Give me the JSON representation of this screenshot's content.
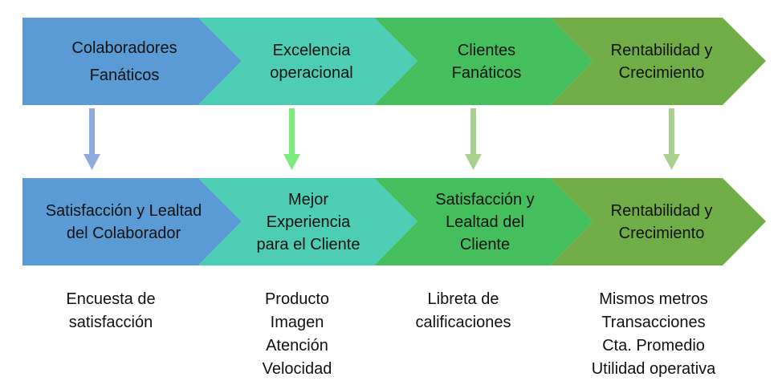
{
  "colors": {
    "blue": "#5B9BD5",
    "teal": "#4ECDB5",
    "green": "#45BE5E",
    "olive": "#70AD47",
    "arrow_blue": "#8FAADC",
    "arrow_green": "#7CEB7C",
    "arrow_lightgreen": "#A9D18E"
  },
  "top_row": [
    {
      "lines": [
        "Colaboradores",
        "Fanáticos"
      ]
    },
    {
      "lines": [
        "Excelencia",
        "operacional"
      ]
    },
    {
      "lines": [
        "Clientes",
        "Fanáticos"
      ]
    },
    {
      "lines": [
        "Rentabilidad y",
        "Crecimiento"
      ]
    }
  ],
  "bottom_row": [
    {
      "lines": [
        "Satisfacción y Lealtad",
        "del Colaborador"
      ]
    },
    {
      "lines": [
        "Mejor",
        "Experiencia",
        "para el Cliente"
      ]
    },
    {
      "lines": [
        "Satisfacción y",
        "Lealtad del",
        "Cliente"
      ]
    },
    {
      "lines": [
        "Rentabilidad y",
        "Crecimiento"
      ]
    }
  ],
  "metrics": [
    {
      "lines": [
        "Encuesta de",
        "satisfacción"
      ]
    },
    {
      "lines": [
        "Producto",
        "Imagen",
        "Atención",
        "Velocidad"
      ]
    },
    {
      "lines": [
        "Libreta de",
        "calificaciones"
      ]
    },
    {
      "lines": [
        "Mismos metros",
        "Transacciones",
        "Cta. Promedio",
        "Utilidad operativa"
      ]
    }
  ]
}
